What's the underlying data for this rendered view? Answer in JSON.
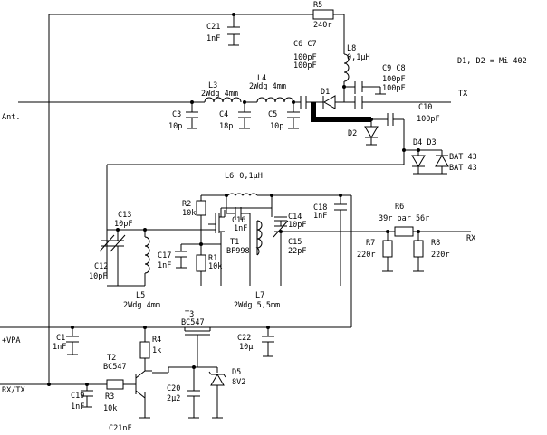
{
  "note": "D1, D2 = Mi 402",
  "ports": {
    "ant": "Ant.",
    "tx": "TX",
    "rx": "RX",
    "vpa": "+VPA",
    "rxtx": "RX/TX"
  },
  "components": {
    "r5": {
      "ref": "R5",
      "value": "240r"
    },
    "c21": {
      "ref": "C21",
      "value": "1nF"
    },
    "c6c7": {
      "ref": "C6 C7",
      "value1": "100pF",
      "value2": "100pF"
    },
    "l8": {
      "ref": "L8",
      "value": "0,1µH"
    },
    "c9c8": {
      "ref": "C9 C8",
      "value1": "100pF",
      "value2": "100pF"
    },
    "l3": {
      "ref": "L3",
      "value": "2Wdg 4mm"
    },
    "l4": {
      "ref": "L4",
      "value": "2Wdg 4mm"
    },
    "d1": {
      "ref": "D1"
    },
    "c10": {
      "ref": "C10",
      "value": "100pF"
    },
    "c3": {
      "ref": "C3",
      "value": "10p"
    },
    "c4": {
      "ref": "C4",
      "value": "18p"
    },
    "c5": {
      "ref": "C5",
      "value": "10p"
    },
    "d2": {
      "ref": "D2"
    },
    "d4d3": {
      "ref": "D4 D3",
      "value1": "BAT 43",
      "value2": "BAT 43"
    },
    "l6": {
      "ref": "L6",
      "value": "0,1µH"
    },
    "r2": {
      "ref": "R2",
      "value": "10k"
    },
    "c13": {
      "ref": "C13",
      "value": "10pF"
    },
    "c16": {
      "ref": "C16",
      "value": "1nF"
    },
    "c14": {
      "ref": "C14",
      "value": "10pF"
    },
    "c18": {
      "ref": "C18",
      "value": "1nF"
    },
    "r6": {
      "ref": "R6",
      "value": "39r par 56r"
    },
    "t1": {
      "ref": "T1",
      "value": "BF998"
    },
    "c15": {
      "ref": "C15",
      "value": "22pF"
    },
    "r7": {
      "ref": "R7",
      "value": "220r"
    },
    "r8": {
      "ref": "R8",
      "value": "220r"
    },
    "c12": {
      "ref": "C12",
      "value": "10pF"
    },
    "c17": {
      "ref": "C17",
      "value": "1nF"
    },
    "r1": {
      "ref": "R1",
      "value": "10k"
    },
    "l5": {
      "ref": "L5",
      "value": "2Wdg 4mm"
    },
    "l7": {
      "ref": "L7",
      "value": "2Wdg 5,5mm"
    },
    "t3": {
      "ref": "T3",
      "value": "BC547"
    },
    "c1": {
      "ref": "C1",
      "value": "1nF"
    },
    "r4": {
      "ref": "R4",
      "value": "1k"
    },
    "c22": {
      "ref": "C22",
      "value": "10µ"
    },
    "t2": {
      "ref": "T2",
      "value": "BC547"
    },
    "d5": {
      "ref": "D5",
      "value": "8V2"
    },
    "c19": {
      "ref": "C19",
      "value": "1nF"
    },
    "r3": {
      "ref": "R3",
      "value": "10k"
    },
    "c20": {
      "ref": "C20",
      "value": "2µ2"
    },
    "c21nf": {
      "label": "C21nF"
    }
  }
}
